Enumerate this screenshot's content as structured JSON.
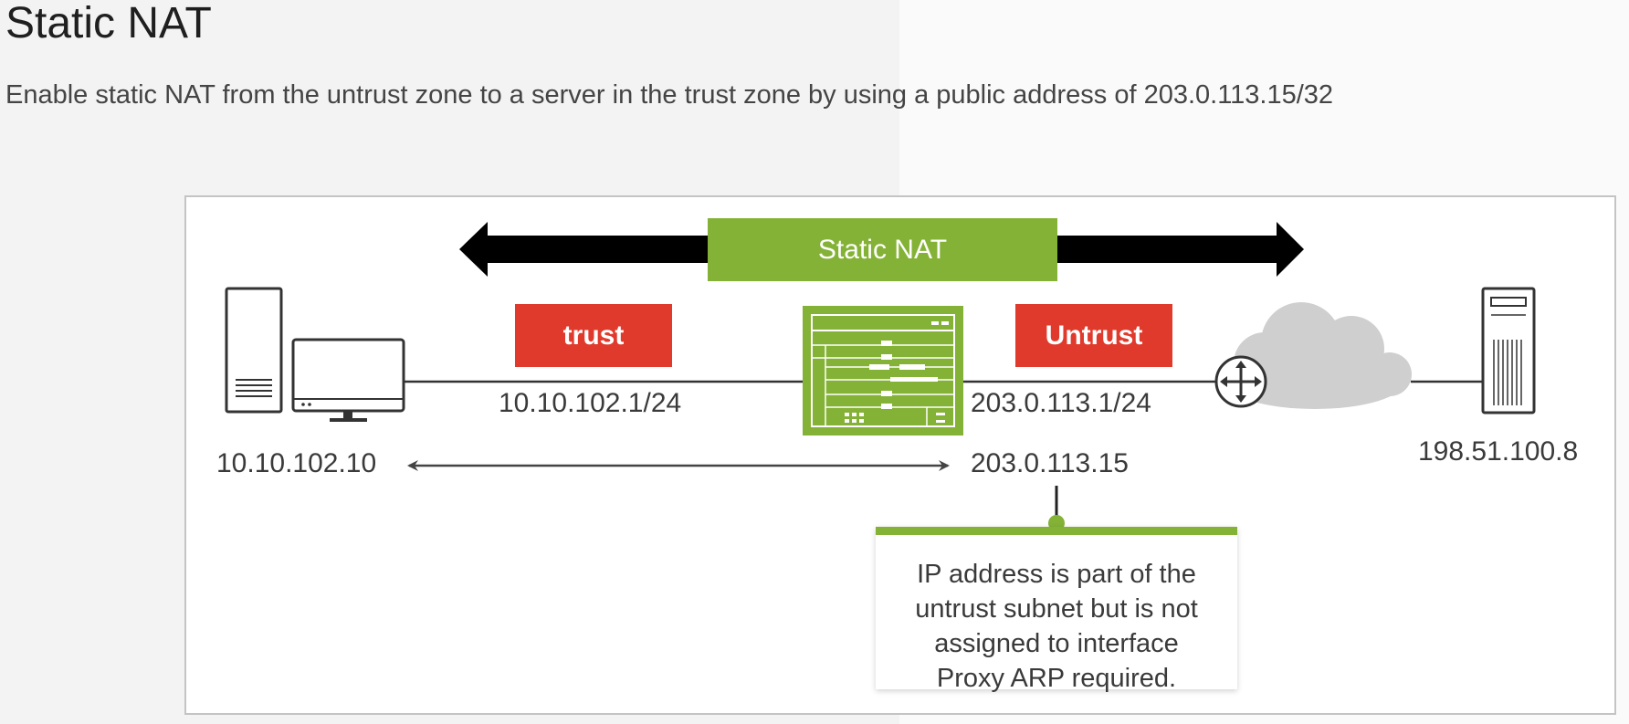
{
  "page": {
    "title": "Static NAT",
    "subtitle": "Enable static NAT from the untrust zone to a server in the trust zone by using a public address of 203.0.113.15/32"
  },
  "diagram": {
    "nat_label": "Static NAT",
    "zones": {
      "trust": "trust",
      "untrust": "Untrust"
    },
    "addresses": {
      "host": "10.10.102.10",
      "trust_interface": "10.10.102.1/24",
      "untrust_interface": "203.0.113.1/24",
      "static_ip": "203.0.113.15",
      "remote_server": "198.51.100.8"
    },
    "callout_lines": [
      "IP address is part of the",
      "untrust subnet but is not",
      "assigned to interface",
      "Proxy ARP required."
    ],
    "icons": {
      "host": "tower-server-icon",
      "monitor": "desktop-monitor-icon",
      "firewall": "firewall-device-icon",
      "router": "router-icon",
      "cloud": "internet-cloud-icon",
      "remote": "remote-server-icon"
    }
  },
  "colors": {
    "accent_green": "#84b236",
    "zone_red": "#e03a2c",
    "cloud_gray": "#cfcfcf",
    "arrow_black": "#000000"
  }
}
